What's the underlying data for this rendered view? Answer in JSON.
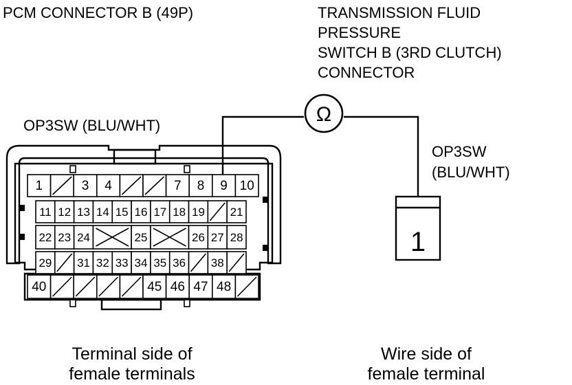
{
  "labels": {
    "pcm_connector": "PCM CONNECTOR B (49P)",
    "switch_line1": "TRANSMISSION FLUID",
    "switch_line2": "PRESSURE",
    "switch_line3": "SWITCH B (3RD CLUTCH)",
    "switch_line4": "CONNECTOR",
    "wire_pcm": "OP3SW (BLU/WHT)",
    "wire_switch_line1": "OP3SW",
    "wire_switch_line2": "(BLU/WHT)",
    "ohm_symbol": "Ω",
    "switch_terminal": "1",
    "caption_left_line1": "Terminal side of",
    "caption_left_line2": "female terminals",
    "caption_right_line1": "Wire side of",
    "caption_right_line2": "female terminal"
  },
  "pcm_pins": {
    "row1": [
      "1",
      "",
      "3",
      "4",
      "",
      "",
      "7",
      "8",
      "9",
      "10"
    ],
    "row2": [
      "11",
      "12",
      "13",
      "14",
      "15",
      "16",
      "17",
      "18",
      "19",
      "",
      "21"
    ],
    "row3": [
      "22",
      "23",
      "24",
      "",
      "25",
      "",
      "26",
      "27",
      "28"
    ],
    "row4": [
      "29",
      "",
      "31",
      "32",
      "33",
      "34",
      "35",
      "36",
      "",
      "38",
      ""
    ],
    "row5": [
      "40",
      "",
      "",
      "",
      "",
      "45",
      "46",
      "47",
      "48",
      ""
    ]
  }
}
